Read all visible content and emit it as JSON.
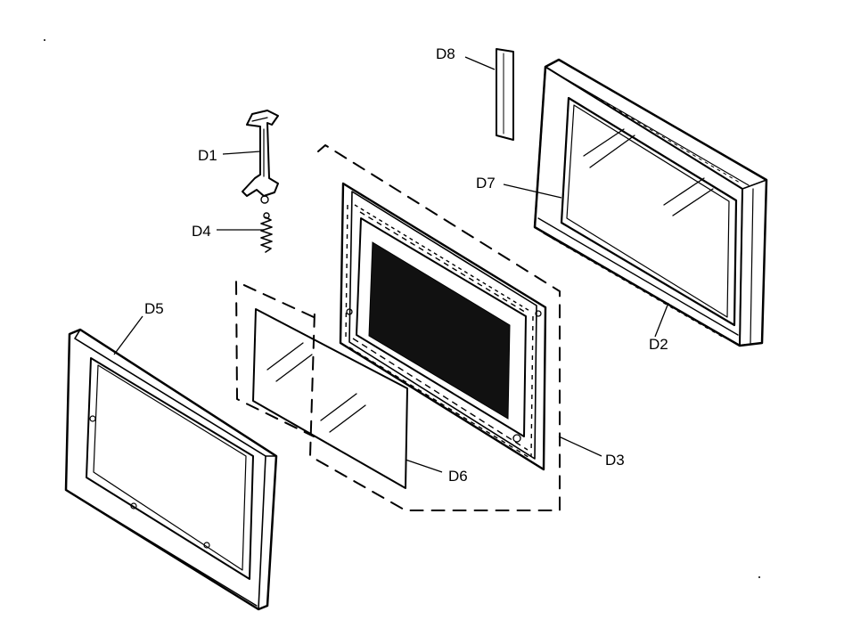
{
  "labels": {
    "d1": "D1",
    "d2": "D2",
    "d3": "D3",
    "d4": "D4",
    "d5": "D5",
    "d6": "D6",
    "d7": "D7",
    "d8": "D8"
  },
  "colors": {
    "ink": "#000000",
    "background": "#ffffff",
    "screen": "#111111"
  }
}
